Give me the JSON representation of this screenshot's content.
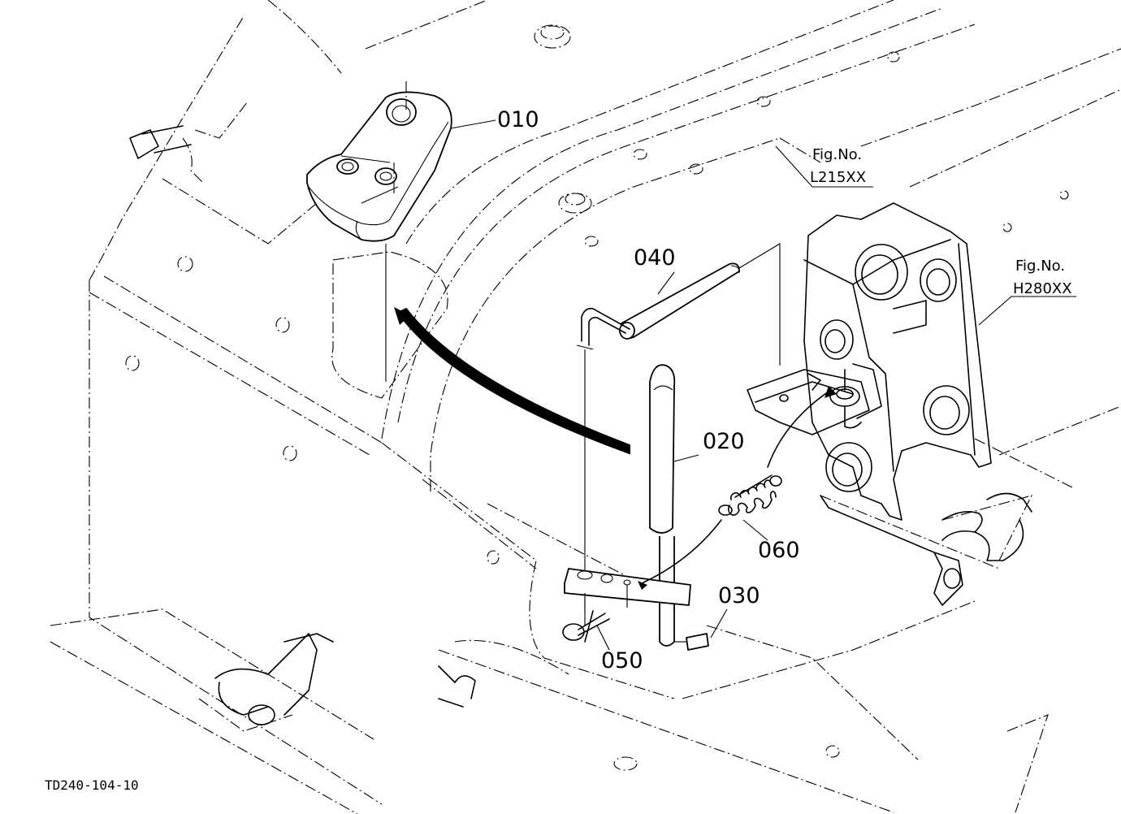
{
  "parts": [
    {
      "id": "010"
    },
    {
      "id": "020"
    },
    {
      "id": "030"
    },
    {
      "id": "040"
    },
    {
      "id": "050"
    },
    {
      "id": "060"
    }
  ],
  "figure_refs": [
    {
      "prefix": "Fig.No.",
      "code": "L215XX"
    },
    {
      "prefix": "Fig.No.",
      "code": "H280XX"
    }
  ],
  "drawing_code": "TD240-104-10"
}
